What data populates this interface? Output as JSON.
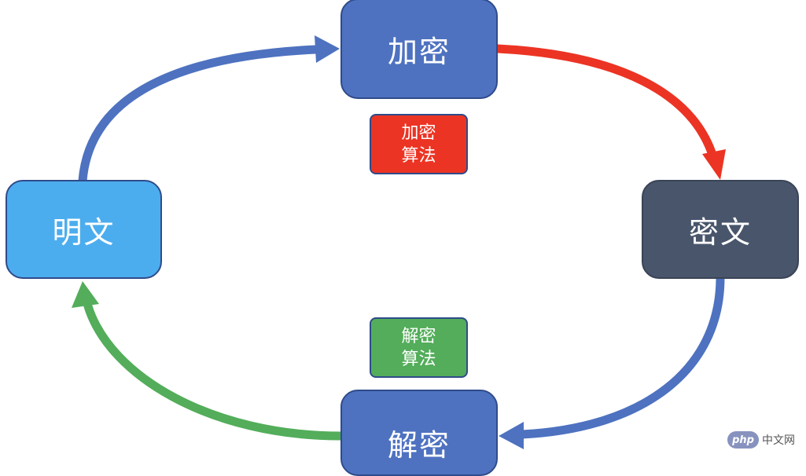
{
  "nodes": {
    "encrypt": {
      "label": "加密",
      "color": "#4e72c0"
    },
    "ciphertext": {
      "label": "密文",
      "color": "#48556b"
    },
    "plaintext": {
      "label": "明文",
      "color": "#4cadee"
    },
    "decrypt": {
      "label": "解密",
      "color": "#4e72c0"
    }
  },
  "algorithms": {
    "encrypt": {
      "line1": "加密",
      "line2": "算法",
      "color": "#ec3424"
    },
    "decrypt": {
      "line1": "解密",
      "line2": "算法",
      "color": "#53ad5a"
    }
  },
  "arrows": {
    "plaintext_to_encrypt": "#4e72c0",
    "encrypt_to_ciphertext": "#ec3424",
    "ciphertext_to_decrypt": "#4e72c0",
    "decrypt_to_plaintext": "#53ad5a"
  },
  "watermark": {
    "logo": "php",
    "text": "中文网",
    "logo_color": "#8892bf"
  }
}
